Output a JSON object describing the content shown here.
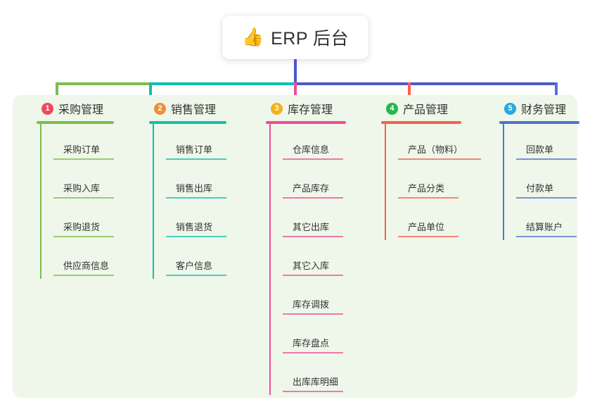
{
  "root": {
    "icon": "thumbs-up-icon",
    "emoji": "👍",
    "title": "ERP 后台"
  },
  "panel": {
    "background_color": "#eef7e9"
  },
  "trunk": {
    "color": "#4f56c8"
  },
  "columns": [
    {
      "number": "1",
      "title": "采购管理",
      "badge_color": "#ee4a5c",
      "line_color": "#7cbd4e",
      "children": [
        "采购订单",
        "采购入库",
        "采购退货",
        "供应商信息"
      ]
    },
    {
      "number": "2",
      "title": "销售管理",
      "badge_color": "#f08d3c",
      "line_color": "#11bfae",
      "children": [
        "销售订单",
        "销售出库",
        "销售退货",
        "客户信息"
      ]
    },
    {
      "number": "3",
      "title": "库存管理",
      "badge_color": "#f5b01a",
      "line_color": "#ef4e96",
      "children": [
        "仓库信息",
        "产品库存",
        "其它出库",
        "其它入库",
        "库存调拨",
        "库存盘点",
        "出库库明细"
      ]
    },
    {
      "number": "4",
      "title": "产品管理",
      "badge_color": "#22b84a",
      "line_color": "#f9604f",
      "children": [
        "产品（物料）",
        "产品分类",
        "产品单位"
      ]
    },
    {
      "number": "5",
      "title": "财务管理",
      "badge_color": "#27a8e0",
      "line_color": "#5272cf",
      "children": [
        "回款单",
        "付款单",
        "结算账户"
      ]
    }
  ],
  "diagram_data": {
    "type": "tree",
    "orientation": "top-down",
    "root_label": "ERP 后台",
    "branch_count": 5,
    "leaf_counts": [
      4,
      4,
      7,
      3,
      3
    ],
    "total_leaves": 21
  }
}
